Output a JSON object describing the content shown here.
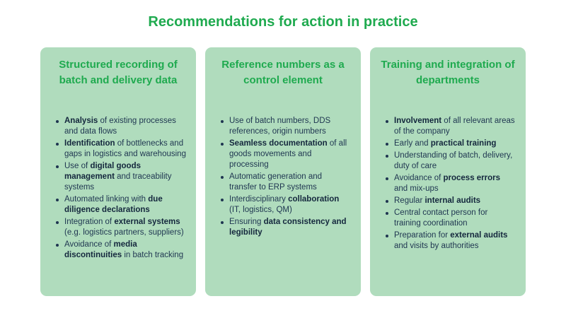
{
  "page_title": "Recommendations for action in practice",
  "columns": [
    {
      "title": "Structured recording of batch and delivery data",
      "items": [
        [
          {
            "t": "Analysis",
            "b": true
          },
          {
            "t": " of existing processes and data flows"
          }
        ],
        [
          {
            "t": "Identification",
            "b": true
          },
          {
            "t": " of bottlenecks and gaps in logistics and warehousing"
          }
        ],
        [
          {
            "t": "Use of "
          },
          {
            "t": "digital goods management",
            "b": true
          },
          {
            "t": " and traceability systems"
          }
        ],
        [
          {
            "t": "Automated linking with "
          },
          {
            "t": "due diligence declarations",
            "b": true
          }
        ],
        [
          {
            "t": "Integration of "
          },
          {
            "t": "external systems",
            "b": true
          },
          {
            "t": " (e.g. logistics partners, suppliers)"
          }
        ],
        [
          {
            "t": "Avoidance of "
          },
          {
            "t": "media discontinuities",
            "b": true
          },
          {
            "t": " in batch tracking"
          }
        ]
      ]
    },
    {
      "title": "Reference numbers as a control element",
      "items": [
        [
          {
            "t": "Use of batch numbers, DDS references, origin numbers"
          }
        ],
        [
          {
            "t": "Seamless documentation",
            "b": true
          },
          {
            "t": " of all goods movements and processing"
          }
        ],
        [
          {
            "t": "Automatic generation and transfer to ERP systems"
          }
        ],
        [
          {
            "t": "Interdisciplinary "
          },
          {
            "t": "collaboration",
            "b": true
          },
          {
            "t": " (IT, logistics, QM)"
          }
        ],
        [
          {
            "t": "Ensuring "
          },
          {
            "t": "data consistency and legibility",
            "b": true
          }
        ]
      ]
    },
    {
      "title": "Training and integration of departments",
      "items": [
        [
          {
            "t": "Involvement",
            "b": true
          },
          {
            "t": " of all relevant areas of the company"
          }
        ],
        [
          {
            "t": "Early and "
          },
          {
            "t": "practical training",
            "b": true
          }
        ],
        [
          {
            "t": "Understanding of batch, delivery, duty of care"
          }
        ],
        [
          {
            "t": "Avoidance of "
          },
          {
            "t": "process errors",
            "b": true
          },
          {
            "t": " and mix-ups"
          }
        ],
        [
          {
            "t": "Regular "
          },
          {
            "t": "internal audits",
            "b": true
          }
        ],
        [
          {
            "t": "Central contact person for training coordination"
          }
        ],
        [
          {
            "t": "Preparation for "
          },
          {
            "t": "external audits",
            "b": true
          },
          {
            "t": " and visits by authorities"
          }
        ]
      ]
    }
  ],
  "colors": {
    "accent": "#1faa4f",
    "card_background": "#b0dcbd",
    "text": "#1e3550"
  }
}
